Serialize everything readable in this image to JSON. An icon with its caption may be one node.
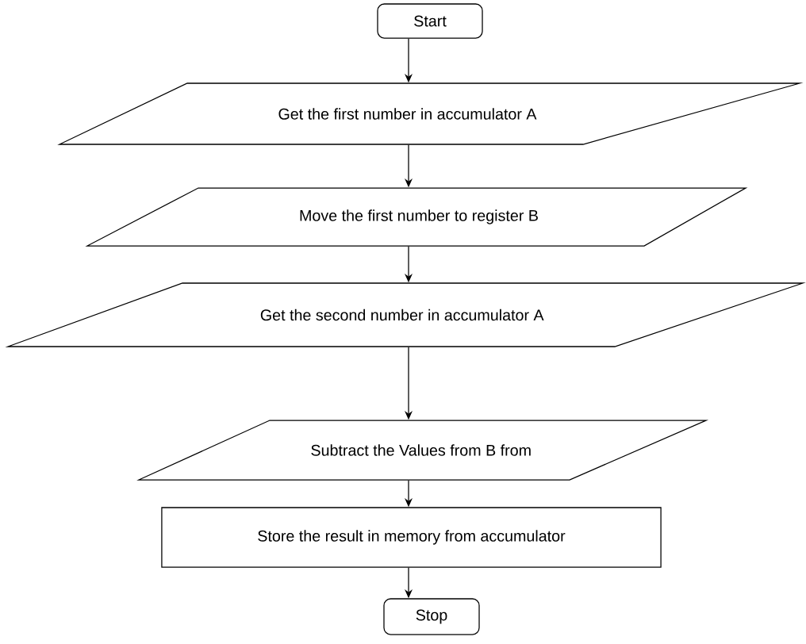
{
  "diagram": {
    "nodes": [
      {
        "text": [
          "Start"
        ]
      },
      {
        "text": [
          "Get the first number in accumulator A"
        ]
      },
      {
        "text": [
          "Move the first number to register B"
        ]
      },
      {
        "text": [
          "Get the second number in accumulator A"
        ]
      },
      {
        "text": [
          "Subtract the Values from B from"
        ]
      },
      {
        "text": [
          "Store the result in memory from accumulator"
        ]
      },
      {
        "text": [
          "Stop"
        ]
      }
    ],
    "edges": [
      {
        "from": 0,
        "to": 1,
        "arrow": "to"
      },
      {
        "from": 1,
        "to": 2,
        "arrow": "to"
      },
      {
        "from": 2,
        "to": 3,
        "arrow": "to"
      },
      {
        "from": 3,
        "to": 4,
        "arrow": "to"
      },
      {
        "from": 4,
        "to": 5,
        "arrow": "to"
      },
      {
        "from": 5,
        "to": 6,
        "arrow": "to"
      }
    ]
  }
}
